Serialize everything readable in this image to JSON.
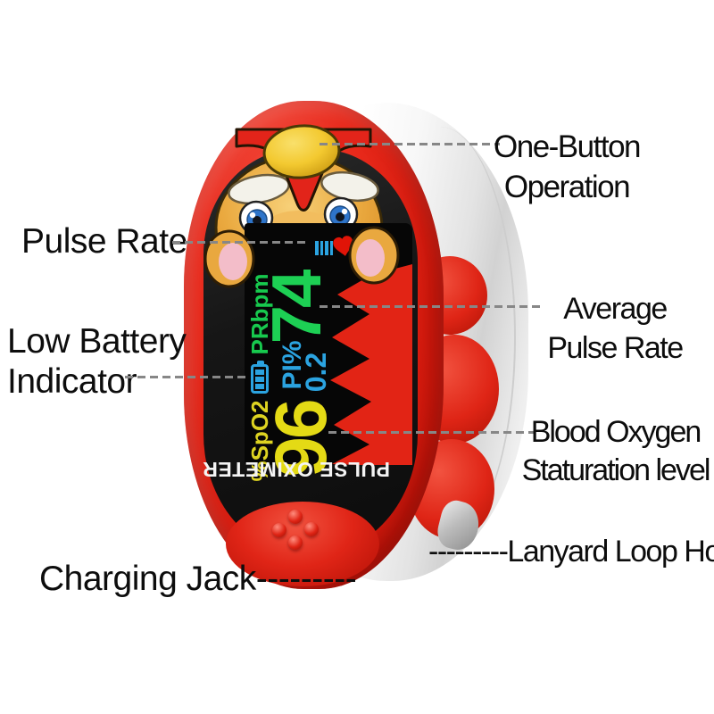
{
  "device": {
    "brand_text": "PULSE OXIMETER",
    "display": {
      "pr_label": "PRbpm",
      "pr_value": "74",
      "pi_label": "PI%",
      "pi_value": "0.2",
      "spo2_label": "%SpO2",
      "spo2_value": "96"
    },
    "icons": {
      "button": "power-button",
      "battery": "battery-level-icon",
      "heart": "heart-icon",
      "signal": "pulse-bars-icon"
    },
    "colors": {
      "body_red": "#e2241a",
      "button_yellow": "#f2c72e",
      "shell_white": "#f2f2f2",
      "display_green": "#17c94e",
      "display_blue": "#2ba3e0",
      "display_yellow": "#e4da15",
      "heart_red": "#e01407",
      "leader_gray": "#878787"
    }
  },
  "annotations": {
    "one_button": {
      "line1": "One-Button",
      "line2": "Operation"
    },
    "pulse_rate": {
      "label": "Pulse Rate"
    },
    "low_battery": {
      "line1": "Low Battery",
      "line2": "Indicator"
    },
    "average": {
      "line1": "Average",
      "line2": "Pulse Rate"
    },
    "blood_oxygen": {
      "line1": "Blood Oxygen",
      "line2": "Staturation level"
    },
    "lanyard": {
      "dashes": "---------",
      "label": "Lanyard Loop Hole"
    },
    "charging": {
      "label": "Charging Jack",
      "dashes": "---------"
    }
  }
}
